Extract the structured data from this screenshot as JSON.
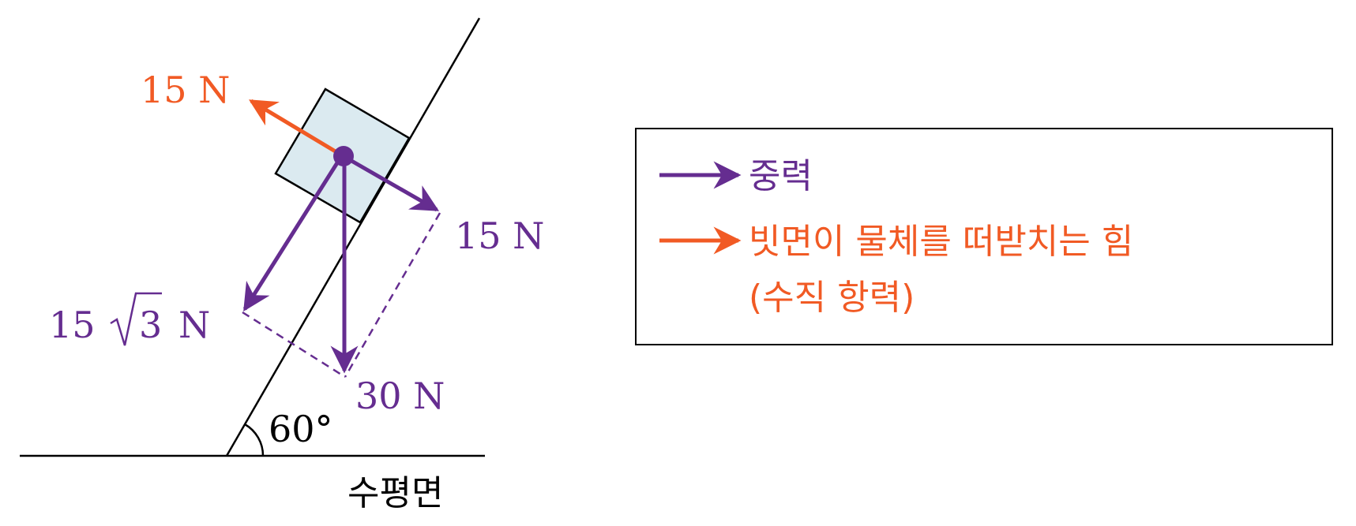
{
  "colors": {
    "gravity": "#652d90",
    "normal": "#f15a24",
    "block_fill": "#dbeaf0",
    "line": "#000000"
  },
  "labels": {
    "normal_force": "15 N",
    "parallel_component": "15 N",
    "perpendicular_component_coef": "15",
    "perpendicular_component_root": "3",
    "perpendicular_component_unit": "N",
    "gravity": "30 N",
    "angle": "60°",
    "horizontal_surface": "수평면"
  },
  "legend": {
    "items": [
      {
        "label": "중력",
        "color": "#652d90"
      },
      {
        "label": "빗면이 물체를 떠받치는 힘",
        "label_line2": "(수직 항력)",
        "color": "#f15a24"
      }
    ]
  }
}
